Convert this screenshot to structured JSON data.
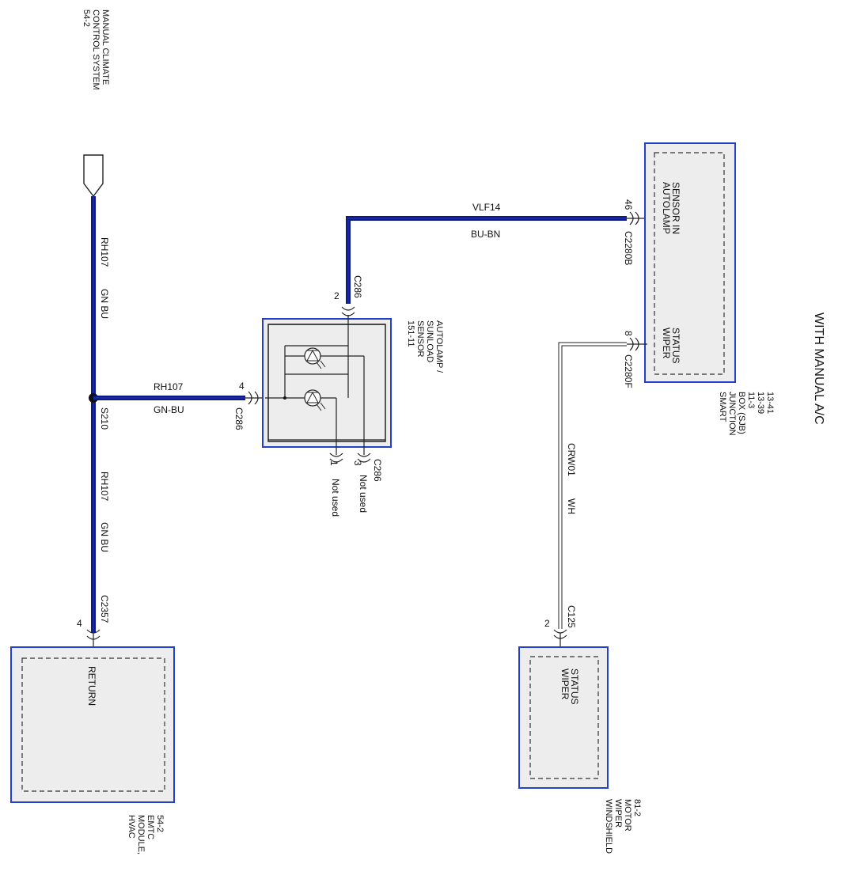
{
  "title": "WITH MANUAL A/C",
  "labels": {
    "climate_ref": [
      "MANUAL CLIMATE",
      "CONTROL SYSTEM",
      "54-2"
    ],
    "sjb": [
      "SMART",
      "JUNCTION",
      "BOX (SJB)",
      "11-3",
      "13-39",
      "13-41"
    ],
    "sjb_autolamp": [
      "AUTOLAMP",
      "SENSOR IN"
    ],
    "sjb_wiper": [
      "WIPER",
      "STATUS"
    ],
    "sensor": [
      "AUTOLAMP /",
      "SUNLOAD",
      "SENSOR",
      "151-11"
    ],
    "hvac": [
      "HVAC",
      "MODULE,",
      "EMTC",
      "54-2"
    ],
    "hvac_return": "RETURN",
    "wiper_motor": [
      "WINDSHIELD",
      "WIPER",
      "MOTOR",
      "81-2"
    ],
    "wiper_motor_status": [
      "WIPER",
      "STATUS"
    ],
    "splice": "S210",
    "not_used_1": "Not used",
    "not_used_3": "Not used"
  },
  "wires": {
    "rh107_top_circuit": "RH107",
    "rh107_top_color": "GN BU",
    "rh107_bottom_circuit": "RH107",
    "rh107_bottom_color": "GN BU",
    "rh107_branch_circuit": "RH107",
    "rh107_branch_color": "GN-BU",
    "vlf14_circuit": "VLF14",
    "vlf14_color": "BU-BN",
    "crw01_circuit": "CRW01",
    "crw01_color": "WH"
  },
  "connectors": {
    "c2357": "C2357",
    "c2357_pin": "4",
    "c286_top": "C286",
    "c286_top_pin": "2",
    "c286_left": "C286",
    "c286_left_pin": "4",
    "c286_bottom": "C286",
    "c286_bottom_pin1": "1",
    "c286_bottom_pin3": "3",
    "c2280b": "C2280B",
    "c2280b_pin": "46",
    "c2280f": "C2280F",
    "c2280f_pin": "8",
    "c125": "C125",
    "c125_pin": "2"
  },
  "colors": {
    "wire_blue": "#0b1a8a",
    "module_border": "#2540c8",
    "module_fill": "#ededed"
  }
}
